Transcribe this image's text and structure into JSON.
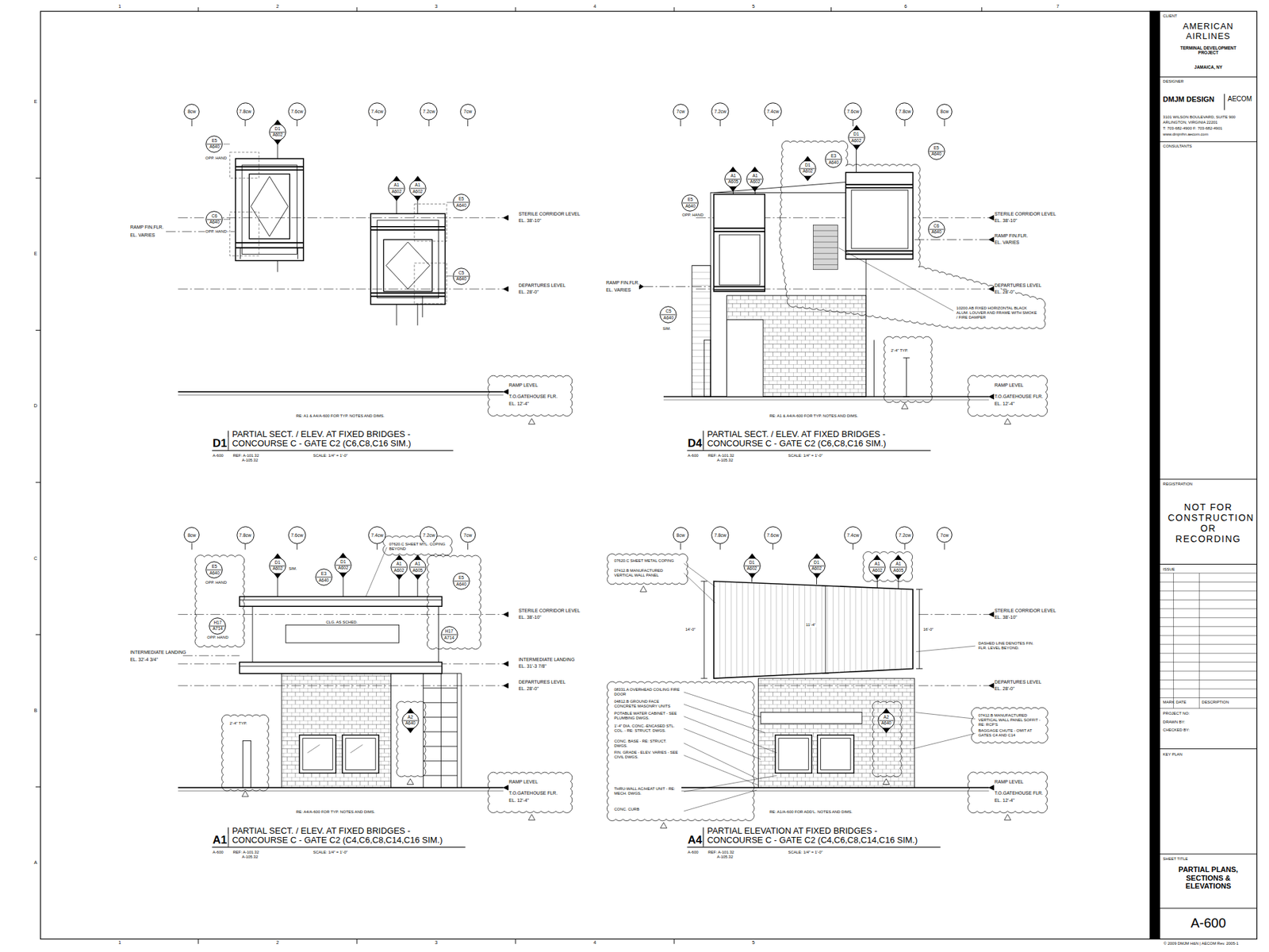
{
  "diagram": {
    "nodes": [
      {
        "text": [
          "CLIENT",
          "AMERICAN AIRLINES",
          "TERMINAL DEVELOPMENT PROJECT",
          "JAMAICA, NY"
        ]
      },
      {
        "text": [
          "DESIGNER",
          "DMJM DESIGN",
          "AECOM",
          "3101 WILSON BOULEVARD, SUITE 900",
          "ARLINGTON, VIRGINIA 22201",
          "T: 703-682-4900 F: 703-682-4901",
          "www.dmjmhn.aecom.com"
        ]
      },
      {
        "text": [
          "CONSULTANTS"
        ]
      },
      {
        "text": [
          "REGISTRATION",
          "NOT FOR CONSTRUCTION OR RECORDING"
        ]
      },
      {
        "text": [
          "ISSUE",
          "MARK",
          "DATE",
          "DESCRIPTION",
          "PROJECT NO:",
          "DRAWN BY:",
          "CHECKED BY:"
        ]
      },
      {
        "text": [
          "KEY PLAN"
        ]
      },
      {
        "text": [
          "SHEET TITLE",
          "PARTIAL PLANS, SECTIONS & ELEVATIONS"
        ]
      },
      {
        "text": [
          "A-600"
        ]
      },
      {
        "text": [
          "8cw"
        ]
      },
      {
        "text": [
          "7.8cw"
        ]
      },
      {
        "text": [
          "7.6cw"
        ]
      },
      {
        "text": [
          "7.4cw"
        ]
      },
      {
        "text": [
          "7.2cw"
        ]
      },
      {
        "text": [
          "7cw"
        ]
      },
      {
        "text": [
          "7cw"
        ]
      },
      {
        "text": [
          "7.2cw"
        ]
      },
      {
        "text": [
          "7.4cw"
        ]
      },
      {
        "text": [
          "7.6cw"
        ]
      },
      {
        "text": [
          "7.8cw"
        ]
      },
      {
        "text": [
          "8cw"
        ]
      },
      {
        "text": [
          "8cw"
        ]
      },
      {
        "text": [
          "7.8cw"
        ]
      },
      {
        "text": [
          "7.6cw"
        ]
      },
      {
        "text": [
          "7.4cw"
        ]
      },
      {
        "text": [
          "7.2cw"
        ]
      },
      {
        "text": [
          "7cw"
        ]
      },
      {
        "text": [
          "8cw"
        ]
      },
      {
        "text": [
          "7.8cw"
        ]
      },
      {
        "text": [
          "7.6cw"
        ]
      },
      {
        "text": [
          "7.4cw"
        ]
      },
      {
        "text": [
          "7.2cw"
        ]
      },
      {
        "text": [
          "7cw"
        ]
      },
      {
        "text": [
          "D1",
          "A602"
        ]
      },
      {
        "text": [
          "E5",
          "A640"
        ]
      },
      {
        "text": [
          "C6",
          "A640"
        ]
      },
      {
        "text": [
          "A1",
          "A602"
        ]
      },
      {
        "text": [
          "A1",
          "A602"
        ]
      },
      {
        "text": [
          "E5",
          "A640"
        ]
      },
      {
        "text": [
          "C5",
          "A640"
        ]
      },
      {
        "text": [
          "D1",
          "A602"
        ]
      },
      {
        "text": [
          "E5",
          "A640"
        ]
      },
      {
        "text": [
          "D1",
          "A602"
        ]
      },
      {
        "text": [
          "E3",
          "A640"
        ]
      },
      {
        "text": [
          "A1",
          "A605"
        ]
      },
      {
        "text": [
          "A1",
          "A602"
        ]
      },
      {
        "text": [
          "E5",
          "A640"
        ]
      },
      {
        "text": [
          "C6",
          "A640"
        ]
      },
      {
        "text": [
          "C5",
          "A640"
        ]
      },
      {
        "text": [
          "E5",
          "A640"
        ]
      },
      {
        "text": [
          "D1",
          "A602"
        ]
      },
      {
        "text": [
          "E3",
          "A640"
        ]
      },
      {
        "text": [
          "D1",
          "A602"
        ]
      },
      {
        "text": [
          "A1",
          "A602"
        ]
      },
      {
        "text": [
          "A1",
          "A605"
        ]
      },
      {
        "text": [
          "E5",
          "A640"
        ]
      },
      {
        "text": [
          "H17",
          "A714"
        ]
      },
      {
        "text": [
          "H17",
          "A714"
        ]
      },
      {
        "text": [
          "A2",
          "A640"
        ]
      },
      {
        "text": [
          "D1",
          "A602"
        ]
      },
      {
        "text": [
          "D1",
          "A602"
        ]
      },
      {
        "text": [
          "A1",
          "A602"
        ]
      },
      {
        "text": [
          "A1",
          "A605"
        ]
      },
      {
        "text": [
          "A2",
          "A640"
        ]
      }
    ],
    "labels": [
      "1",
      "2",
      "3",
      "4",
      "5",
      "6",
      "7",
      "1",
      "2",
      "3",
      "4",
      "5",
      "E",
      "E",
      "D",
      "C",
      "B",
      "A",
      "OPP. HAND",
      "OPP. HAND",
      "RAMP FIN.FLR.",
      "EL. VARIES",
      "STERILE CORRIDOR LEVEL",
      "EL. 38'-10\"",
      "DEPARTURES LEVEL",
      "EL. 28'-0\"",
      "RAMP LEVEL",
      "T.O.GATEHOUSE FLR.",
      "EL. 12'-4\"",
      "RE: A1 & A4/A-600 FOR TYP. NOTES AND DIMS.",
      "D1",
      "PARTIAL SECT. / ELEV. AT FIXED BRIDGES -",
      "CONCOURSE C - GATE C2 (C6,C8,C16 SIM.)",
      "A-600",
      "REF: A-101.32",
      "A-105.32",
      "SCALE: 1/4\" = 1'-0\"",
      "OPP. HAND",
      "SIM.",
      "RAMP FIN.FLR.",
      "EL. VARIES",
      "STERILE CORRIDOR LEVEL",
      "EL. 38'-10\"",
      "RAMP FIN.FLR.",
      "EL. VARIES",
      "DEPARTURES LEVEL",
      "EL. 28'-0\"",
      "10200.AB FIXED HORIZONTAL BLACK ALUM. LOUVER AND FRAME WITH SMOKE / FIRE DAMPER",
      "2'-4\" TYP.",
      "RAMP LEVEL",
      "T.O.GATEHOUSE FLR.",
      "EL. 12'-4\"",
      "RE: A1 & A4/A-600 FOR TYP. NOTES AND DIMS.",
      "D4",
      "PARTIAL SECT. / ELEV. AT FIXED BRIDGES -",
      "CONCOURSE C - GATE C2 (C6,C8,C16 SIM.)",
      "A-600",
      "REF: A-101.32",
      "A-105.32",
      "SCALE: 1/4\" = 1'-0\"",
      "OPP. HAND",
      "SIM.",
      "OPP. HAND",
      "07620.C SHEET MTL. COPING BEYOND",
      "CLG. AS SCHED.",
      "INTERMEDIATE LANDING",
      "EL. 32'-4 3/4\"",
      "STERILE CORRIDOR LEVEL",
      "EL. 38'-10\"",
      "INTERMEDIATE LANDING",
      "EL. 31'-3 7/8\"",
      "DEPARTURES LEVEL",
      "EL. 28'-0\"",
      "2'-4\" TYP.",
      "RAMP LEVEL",
      "T.O.GATEHOUSE FLR.",
      "EL. 12'-4\"",
      "RE: A4/A-600 FOR TYP. NOTES AND DIMS.",
      "A1",
      "PARTIAL SECT. / ELEV. AT FIXED BRIDGES -",
      "CONCOURSE C - GATE C2 (C4,C6,C8,C14,C16 SIM.)",
      "A-600",
      "REF: A-101.32",
      "A-105.32",
      "SCALE: 1/4\" = 1'-0\"",
      "07620.C SHEET METAL COPING",
      "07412.B MANUFACTURED VERTICAL WALL PANEL",
      "14'-0\"",
      "11'-4\"",
      "16'-0\"",
      "STERILE CORRIDOR LEVEL",
      "EL. 38'-10\"",
      "DASHED LINE DENOTES FIN. FLR. LEVEL BEYOND.",
      "DEPARTURES LEVEL",
      "EL. 28'-0\"",
      "08331.A OVERHEAD COILING FIRE DOOR",
      "04812.B GROUND FACE CONCRETE MASONRY UNITS",
      "POTABLE WATER CABINET - SEE PLUMBING DWGS.",
      "1'-4\" DIA. CONC.-ENCASED STL. COL. - RE: STRUCT. DWGS.",
      "CONC. BASE - RE: STRUCT. DWGS.",
      "FIN. GRADE - ELEV. VARIES - SEE CIVIL DWGS.",
      "THRU-WALL AC/HEAT UNIT - RE: MECH. DWGS.",
      "CONC. CURB",
      "07412.B MANUFACTURED VERTICAL WALL PANEL SOFFIT - RE: RCP'S",
      "BAGGAGE CHUTE - OMIT AT GATES C4 AND C14",
      "RAMP LEVEL",
      "T.O.GATEHOUSE FLR.",
      "EL. 12'-4\"",
      "RE: A1/A-600 FOR ADD'L. NOTES AND DIMS.",
      "A4",
      "PARTIAL ELEVATION AT FIXED BRIDGES -",
      "CONCOURSE C - GATE C2 (C4,C6,C8,C14,C16 SIM.)",
      "A-600",
      "REF: A-101.32",
      "A-105.32",
      "SCALE: 1/4\" = 1'-0\"",
      "© 2009 DMJM H&N | AECOM   Rev. 2005-1"
    ]
  }
}
